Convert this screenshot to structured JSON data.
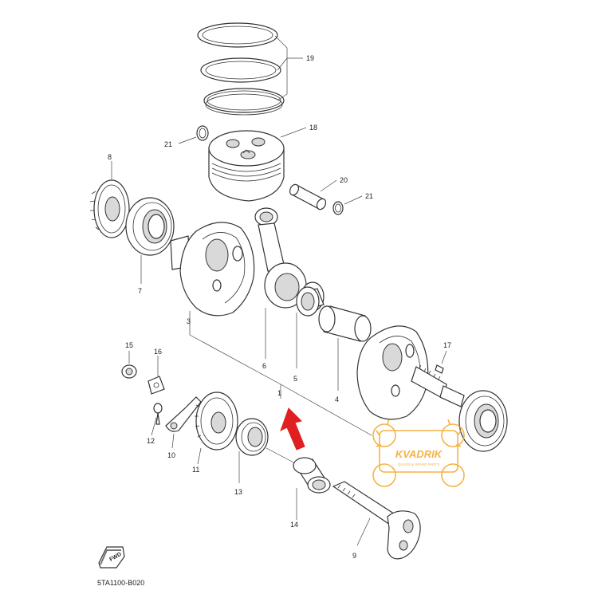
{
  "diagram": {
    "code": "5TA1100-B020",
    "fwd_label": "FWD",
    "watermark": {
      "brand": "KVADRIK",
      "tagline": "QUADS & SPARE PARTS",
      "color": "#f5a623"
    },
    "arrow_color": "#e02020",
    "callouts": {
      "c1": "1",
      "c3": "3",
      "c4": "4",
      "c5": "5",
      "c6": "6",
      "c7": "7",
      "c8": "8",
      "c9": "9",
      "c10": "10",
      "c11": "11",
      "c12": "12",
      "c13": "13",
      "c14": "14",
      "c15": "15",
      "c16": "16",
      "c17": "17",
      "c18": "18",
      "c19": "19",
      "c20": "20",
      "c21a": "21",
      "c21b": "21"
    }
  }
}
